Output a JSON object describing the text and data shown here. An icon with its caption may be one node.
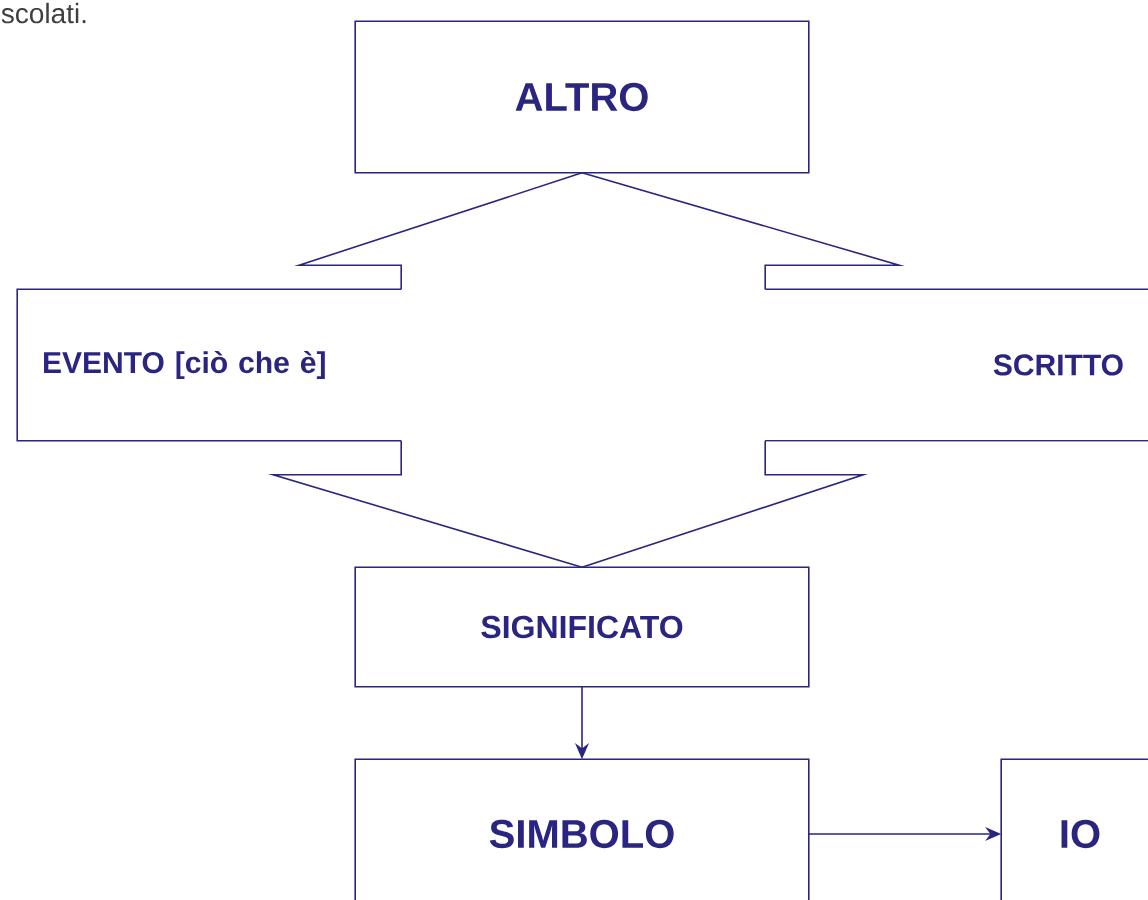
{
  "diagram": {
    "nodes": [
      {
        "text": [
          "ALTRO"
        ]
      },
      {
        "text": [
          "EVENTO [ciò che è]"
        ]
      },
      {
        "text": [
          "SCRITTO"
        ]
      },
      {
        "text": [
          "SIGNIFICATO"
        ]
      },
      {
        "text": [
          "SIMBOLO"
        ]
      },
      {
        "text": [
          "IO"
        ]
      }
    ],
    "edges": [
      {
        "from": 1,
        "to": 0,
        "arrow": "none"
      },
      {
        "from": 2,
        "to": 0,
        "arrow": "none"
      },
      {
        "from": 1,
        "to": 3,
        "arrow": "none"
      },
      {
        "from": 2,
        "to": 3,
        "arrow": "none"
      },
      {
        "from": 3,
        "to": 4,
        "arrow": "to"
      },
      {
        "from": 4,
        "to": 5,
        "arrow": "to"
      }
    ],
    "labels": [
      "scolati."
    ]
  }
}
